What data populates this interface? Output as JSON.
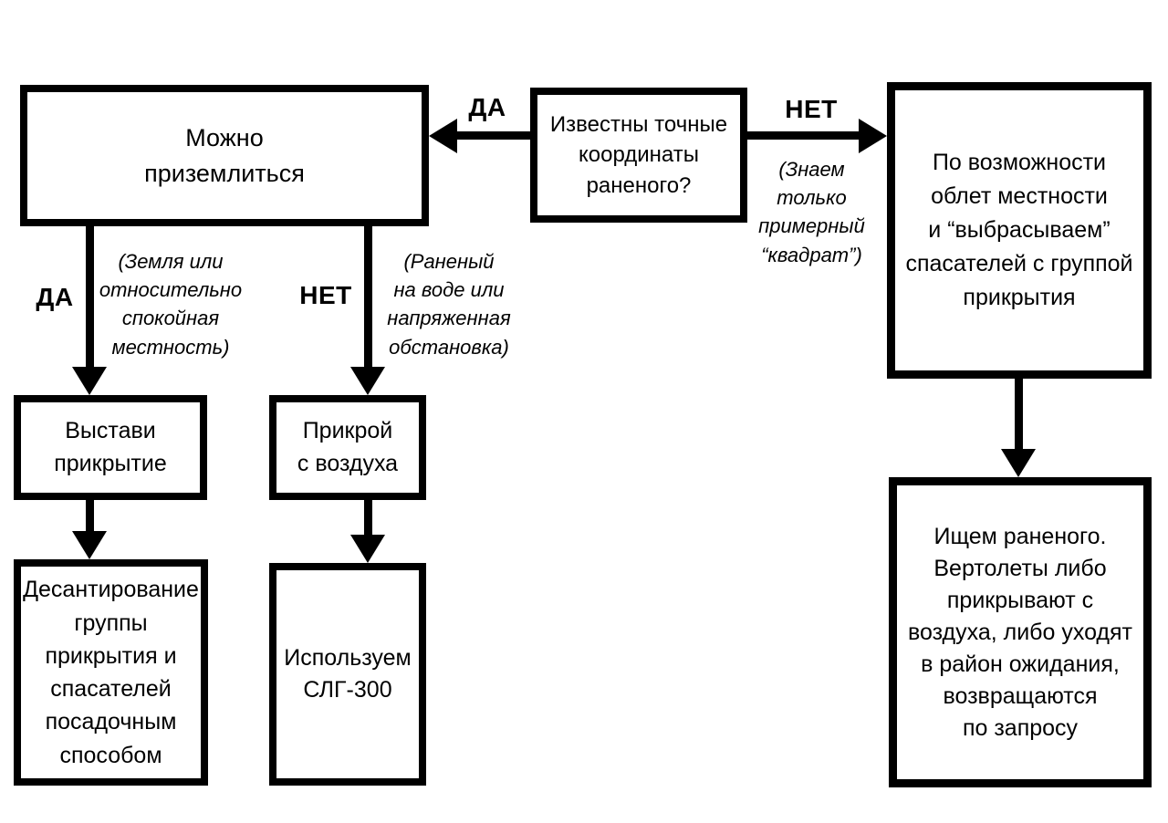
{
  "page": {
    "background_color": "#ffffff",
    "ink_color": "#000000",
    "type": "flowchart"
  },
  "nodes": {
    "known_coords": {
      "text": "Известны точные\nкоординаты\nраненого?"
    },
    "can_land": {
      "text": "Можно\nприземлиться"
    },
    "flyover": {
      "text": "По возможности\nоблет местности\nи “выбрасываем”\nспасателей с группой\nприкрытия"
    },
    "set_cover": {
      "text": "Выстави\nприкрытие"
    },
    "cover_from_air": {
      "text": "Прикрой\nс воздуха"
    },
    "landing_party": {
      "text": "Десантирование\nгруппы\nприкрытия и\nспасателей\nпосадочным\nспособом"
    },
    "use_slg300": {
      "text": "Используем\nСЛГ-300"
    },
    "search_wounded": {
      "text": "Ищем раненого.\nВертолеты либо\nприкрывают с\nвоздуха, либо уходят\nв район ожидания,\nвозвращаются\nпо запросу"
    }
  },
  "labels": {
    "yes_top": "ДА",
    "no_top": "НЕТ",
    "yes_left": "ДА",
    "no_mid": "НЕТ"
  },
  "notes": {
    "approx_square": "(Знаем\nтолько\nпримерный\n“квадрат”)",
    "calm_terrain": "(Земля или\nотносительно\nспокойная\nместность)",
    "water_or_tension": "(Раненый\nна воде или\nнапряженная\nобстановка)"
  }
}
